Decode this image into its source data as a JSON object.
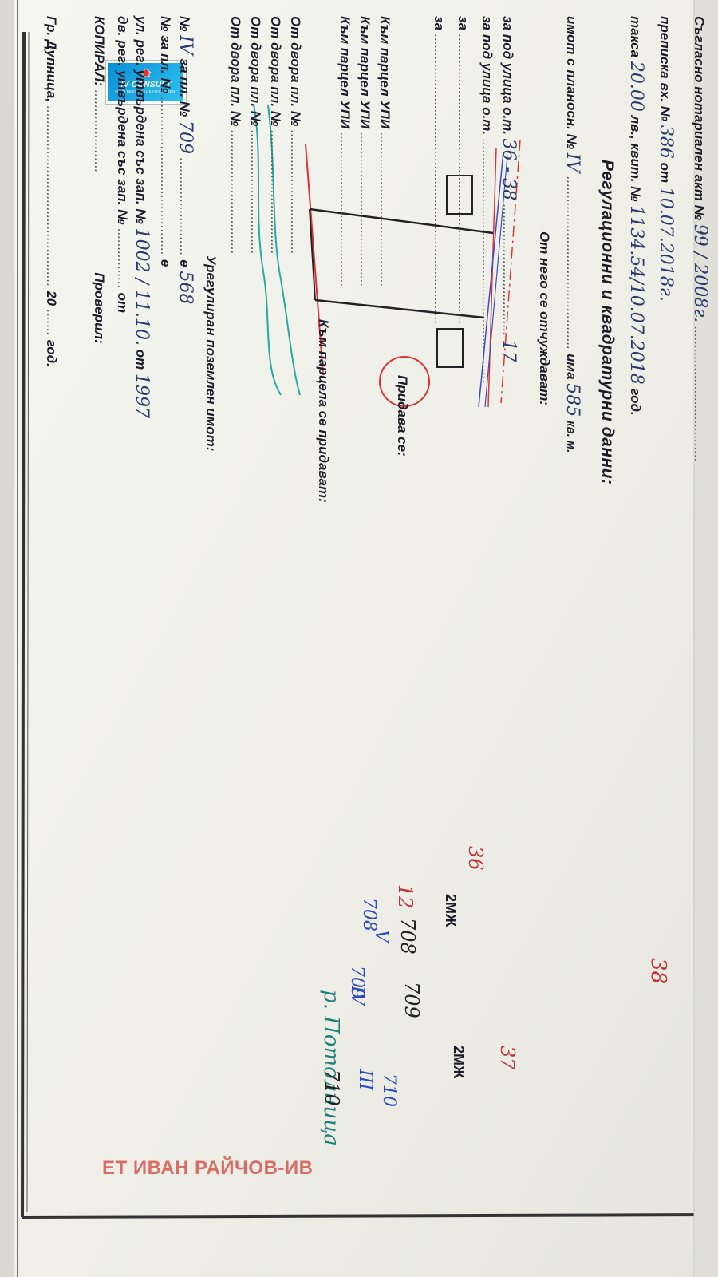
{
  "logo": {
    "name": "IV-CONSULT",
    "tagline": "YOUR BEST REAL ESTATE AGENT"
  },
  "watermark": "ЕТ ИВАН РАЙЧОВ-ИВ",
  "sketch": {
    "street_left_id": "38",
    "street_mid_id": "37",
    "street_right_id": "36",
    "river_label": "р. Потолница",
    "building_a": "2МЖ",
    "building_b": "2МЖ",
    "lot_710": "710",
    "lot_710_roman": "III",
    "lot_710_blue": "710",
    "lot_709": "709",
    "lot_709_roman": "IV",
    "lot_709_blue": "709",
    "lot_708": "708",
    "lot_708_roman": "V",
    "lot_708_blue": "708",
    "block_no": "12"
  },
  "document": {
    "deed_prefix": "Съгласно нотариален акт №",
    "deed_no": "99 / 2008г.",
    "reg_prefix": "преписка вх. №",
    "reg_no": "386",
    "reg_from": "от",
    "reg_date": "10.07.2018г.",
    "fee_prefix": "такса",
    "fee": "20.00",
    "fee_mid": "лв., квит. №",
    "receipt_no": "1134.54/10.07.2018",
    "year_suffix": "год.",
    "section_title": "Регулационни и квадратурни данни:",
    "plan_prefix": "имот с планосн. №",
    "plan_no": "IV",
    "plan_has": "има",
    "area_total": "585",
    "sq_m": "кв. м.",
    "alienated_heading": "От него се отчуждават:",
    "street_1_prefix": "за под улица о.т.",
    "street_1_ot": "36 - 38",
    "street_1_area": "17",
    "street_2_prefix": "за под улица о.т.",
    "for_1": "за",
    "for_2": "за",
    "given_heading": "Придава се:",
    "to_parcel_1": "Към парцел УПИ",
    "to_parcel_2": "Към парцел УПИ",
    "to_parcel_3": "Към парцел УПИ",
    "received_heading": "Към парцела се придават:",
    "from_yard_1": "От двора пл. №",
    "from_yard_2": "От двора пл. №",
    "from_yard_3": "От двора пл. №",
    "from_yard_4": "От двора пл. №",
    "regulated_heading": "Урегулиран поземлен имот:",
    "reg_row1_prefix": "№",
    "reg_row1_upi": "IV",
    "reg_row1_mid": "за пл. №",
    "reg_row1_pl": "709",
    "reg_row1_e": "е",
    "reg_row1_area": "568",
    "reg_row2_prefix": "№",
    "reg_row2_mid": "за пл. №",
    "reg_row2_e": "е",
    "approved_street_prefix": "ул. рег. утвърдена със зап. №",
    "approved_street_no": "1002 / 11.10.",
    "approved_from": "от",
    "approved_year": "1997",
    "approved_yard_prefix": "дв. рег. утвърдена със зап. №",
    "approved_yard_hw": "със зап.",
    "approved_yard_from": "от",
    "copied_label": "КОПИРАЛ:",
    "checked_label": "Проверил:",
    "city": "Гр. Дупница,",
    "year_prefix": "20",
    "year_label": "год."
  }
}
